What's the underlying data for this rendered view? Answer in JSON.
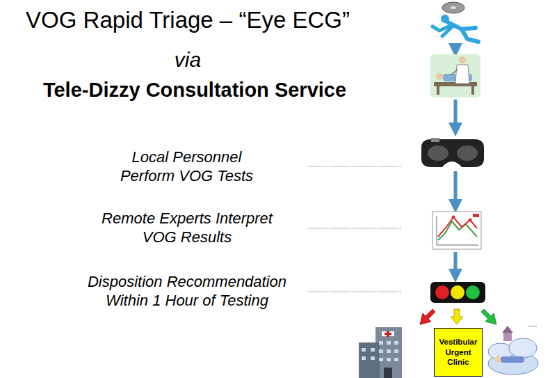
{
  "diagram": {
    "title": "VOG Rapid Triage – “Eye ECG”",
    "nodes": [
      {
        "text": [
          "Vestibular Urgent Clinic"
        ]
      }
    ],
    "labels": [
      "via",
      "Tele-Dizzy Consultation Service",
      "Local Personnel Perform VOG Tests",
      "Remote Experts Interpret VOG Results",
      "Disposition Recommendation Within 1 Hour of Testing"
    ]
  }
}
